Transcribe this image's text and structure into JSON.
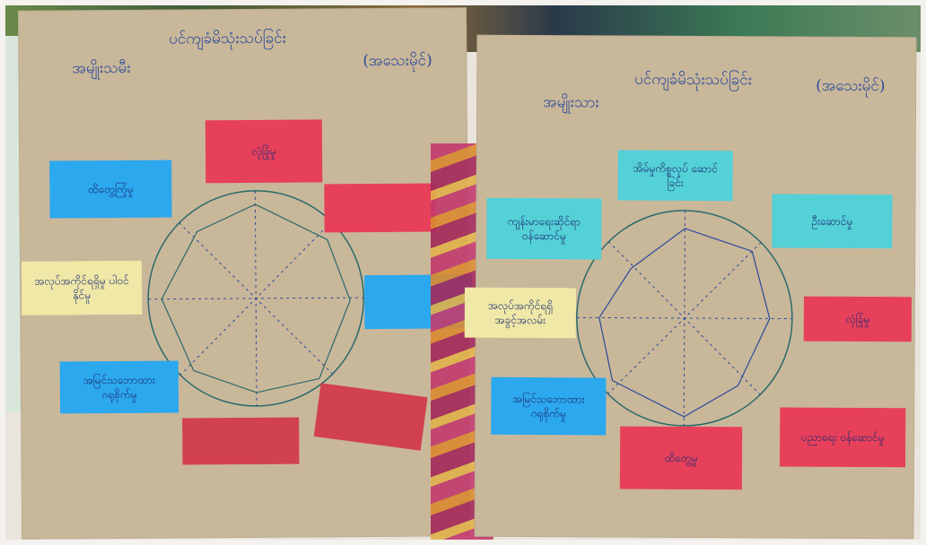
{
  "photo": {
    "description_type": "photograph of two handwritten posters on a wall",
    "colors": {
      "poster_paper": "#c9b79a",
      "ink": "#2a4a9a",
      "red_note": "#e7405a",
      "blue_note": "#2ca8ee",
      "yellow_note": "#efe8a6",
      "cyan_note": "#54d0d7"
    }
  },
  "left_poster": {
    "title": "ပင်ကျခံမိသုံးသပ်ခြင်း",
    "subtitle": "အမျိုးသမီး",
    "tag": "(အသေးမိုင်)",
    "notes": {
      "top": "လုံခြုံမှု",
      "upper_left": "ထိတွေ့ကြုံမှု",
      "upper_right": "",
      "mid_left": "အလုပ်အကိုင်ရရှိမှု ပါဝင်နိုင်မှု",
      "mid_right": "",
      "lower_left": "အမြင်သဘောထား ဂရုစိုက်မှု",
      "bottom": "",
      "lower_right": ""
    }
  },
  "right_poster": {
    "title": "ပင်ကျခံမိသုံးသပ်ခြင်း",
    "subtitle": "အမျိုးသား",
    "tag": "(အသေးမိုင်)",
    "notes": {
      "top": "အိမ်မှုကိစ္စလုပ် ဆောင်ခြင်း",
      "upper_left": "ကျန်းမာရေးဆိုင်ရာ ဝန်ဆောင်မှု",
      "upper_right": "ဦးဆောင်မှု",
      "mid_left": "အလုပ်အကိုင်ရရှိ အခွင့်အလမ်း",
      "mid_right": "လုံခြုံမှု",
      "lower_left": "အမြင်သဘောထား ဂရုစိုက်မှု",
      "bottom": "ထိတွေ့မှု",
      "lower_right": "ပညာရေး ဝန်ဆောင်မှု"
    }
  }
}
